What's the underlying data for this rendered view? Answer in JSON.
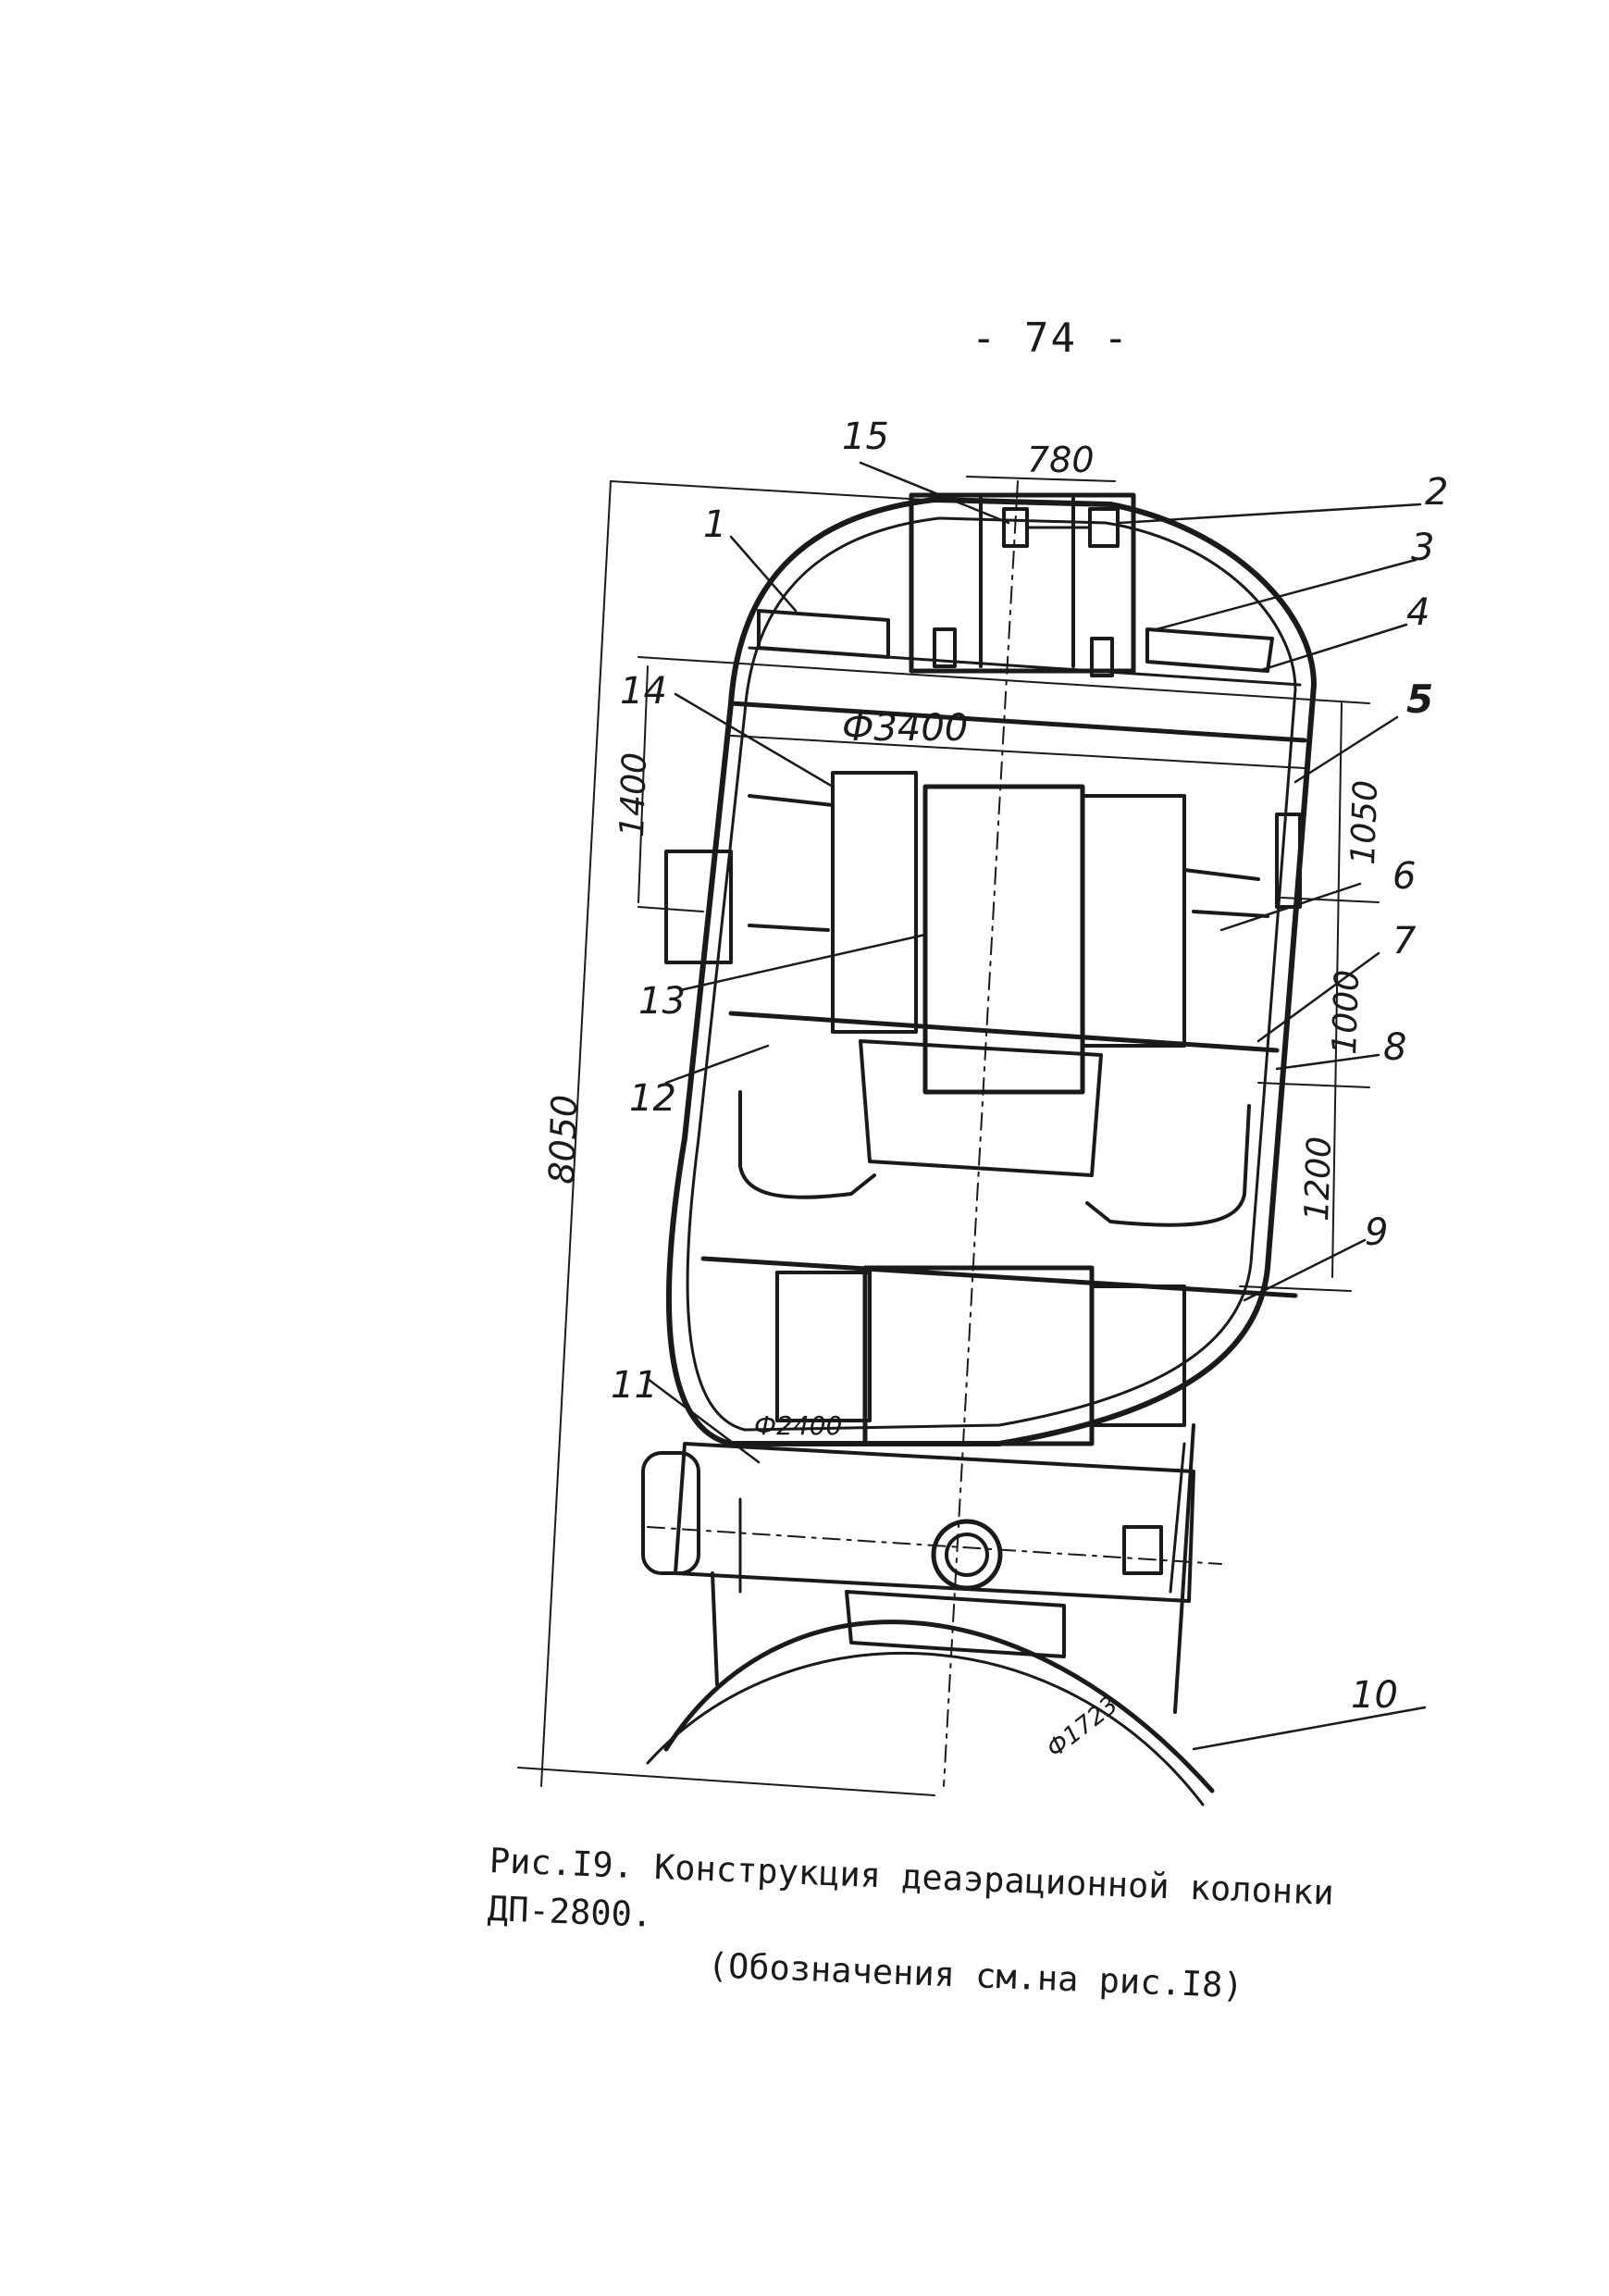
{
  "page": {
    "number": "- 74 -"
  },
  "figure": {
    "labels": {
      "n1": "1",
      "n2": "2",
      "n3": "3",
      "n4": "4",
      "n5": "5",
      "n6": "6",
      "n7": "7",
      "n8": "8",
      "n9": "9",
      "n10": "10",
      "n11": "11",
      "n12": "12",
      "n13": "13",
      "n14": "14",
      "n15": "15"
    },
    "dimensions": {
      "d780": "780",
      "d3400": "Ф3400",
      "d1400": "1400",
      "d1050": "1050",
      "d1000": "1000",
      "d1200": "1200",
      "d8050": "8050",
      "d2400": "Ф2400",
      "d1723": "Ф1723"
    }
  },
  "caption": {
    "line1": "Рис.I9. Конструкция деаэрационной колонки ДП-2800.",
    "line2": "(Обозначения см.на рис.I8)"
  }
}
